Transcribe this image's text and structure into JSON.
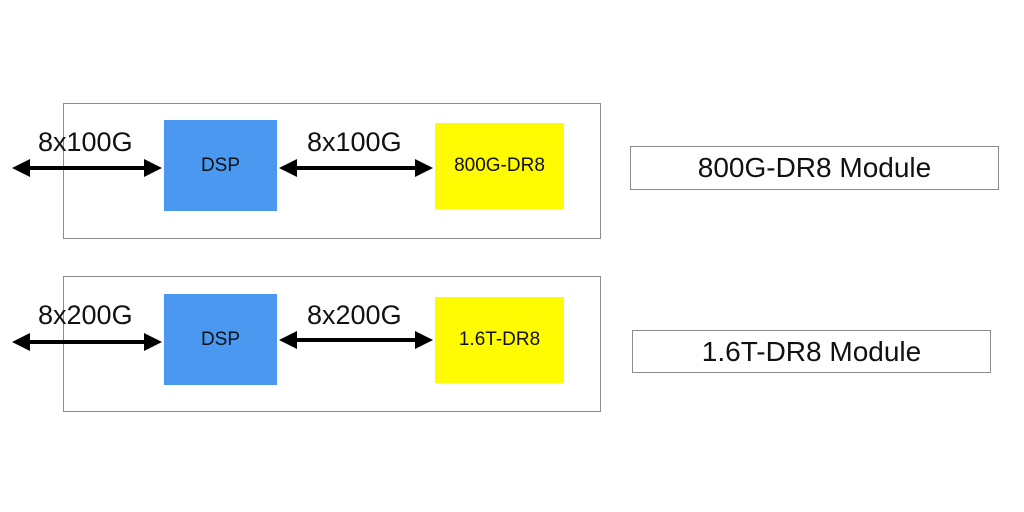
{
  "rows": [
    {
      "input_rate": "8x100G",
      "dsp_label": "DSP",
      "mid_rate": "8x100G",
      "optics_label": "800G-DR8",
      "module_name": "800G-DR8 Module"
    },
    {
      "input_rate": "8x200G",
      "dsp_label": "DSP",
      "mid_rate": "8x200G",
      "optics_label": "1.6T-DR8",
      "module_name": "1.6T-DR8 Module"
    }
  ],
  "colors": {
    "dsp": "#4a98f0",
    "optics": "#fffb02",
    "border": "#8c8c8c",
    "arrow": "#000000"
  }
}
